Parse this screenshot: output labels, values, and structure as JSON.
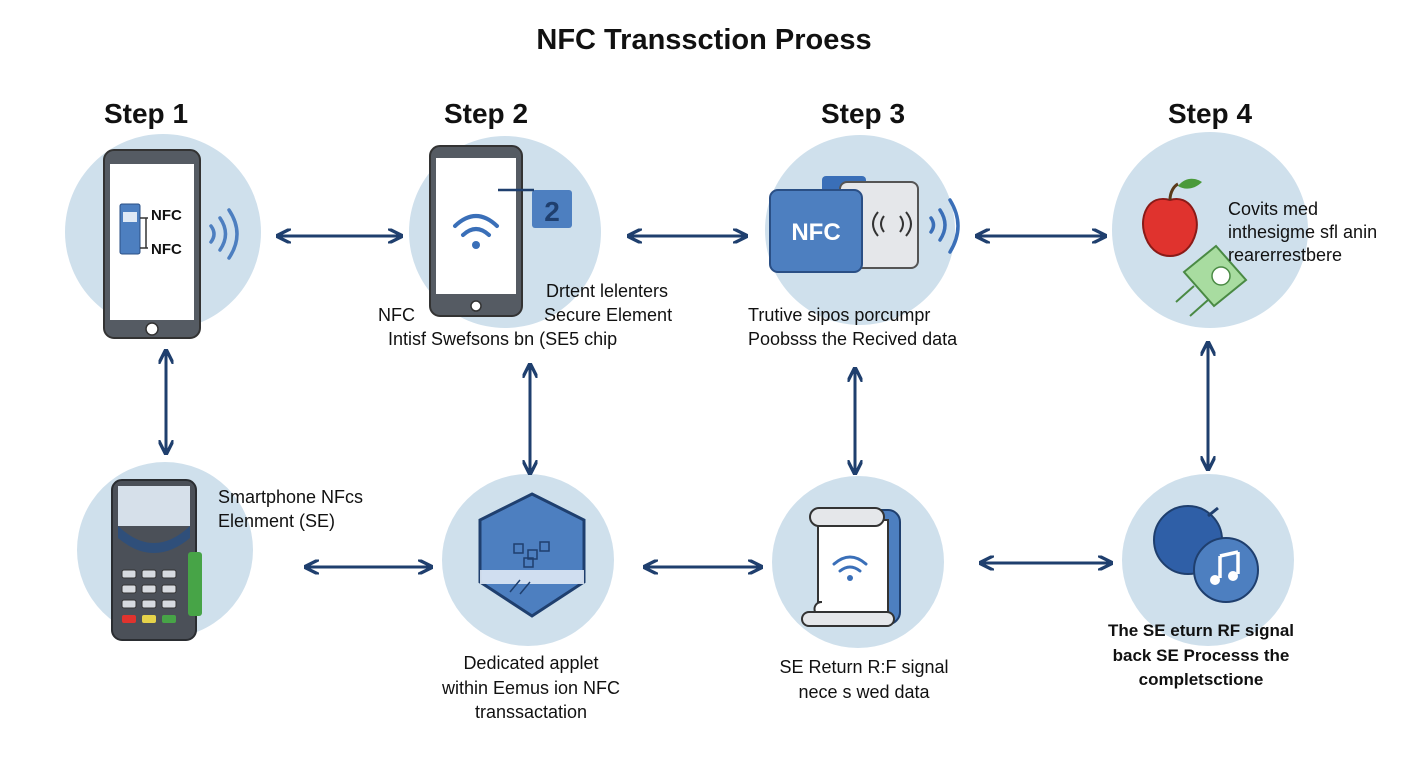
{
  "title": "NFC Transsction Proess",
  "steps": [
    "Step 1",
    "Step 2",
    "Step 3",
    "Step 4"
  ],
  "icons": {
    "step1": "smartphone-nfc-icon",
    "step2": "smartphone-badge-icon",
    "step3": "nfc-card-icon",
    "step4": "apple-cash-icon",
    "bottom1": "pos-terminal-icon",
    "bottom2": "secure-applet-icon",
    "bottom3": "receipt-scroll-icon",
    "bottom4": "music-coin-icon"
  },
  "step1": {
    "chip_label_1": "NFC",
    "chip_label_2": "NFC"
  },
  "step2": {
    "badge": "2",
    "caption_line1": "Drtent lelenters",
    "caption_left": "NFC",
    "caption_line2": "Secure Element",
    "caption_line3": "Intisf Swefsons bn (SE5 chip"
  },
  "step3": {
    "card_label": "NFC",
    "caption_line1": "Trutive sipos porcumpr",
    "caption_line2": "Poobsss the Recived data"
  },
  "step4": {
    "caption_line1": "Covits med",
    "caption_line2": "inthesigme sfl anin",
    "caption_line3": "rearerrestbere"
  },
  "bottom1": {
    "caption_line1": "Smartphone NFcs",
    "caption_line2": "Elenment (SE)"
  },
  "bottom2": {
    "caption_line1": "Dedicated applet",
    "caption_line2": "within Eemus ion NFC",
    "caption_line3": "transsactation"
  },
  "bottom3": {
    "caption_line1": "SE Return R:F signal",
    "caption_line2": "nece s wed data"
  },
  "bottom4": {
    "caption_line1": "The SE eturn RF signal",
    "caption_line2": "back SE Processs the",
    "caption_line3": "completsctione"
  },
  "colors": {
    "arrow": "#1f3f6e",
    "circle": "#cfe0ec",
    "accent_blue": "#4d7fc0",
    "nfc_wave": "#3a6fb8",
    "apple_red": "#e0332e",
    "money_green": "#7cc17a",
    "pos_green": "#47a447"
  }
}
